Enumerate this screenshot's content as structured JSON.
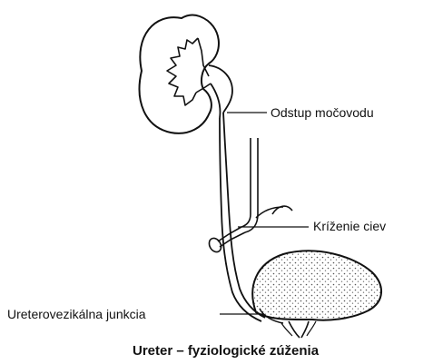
{
  "diagram": {
    "labels": {
      "ureter_outlet": "Odstup močovodu",
      "vessel_crossing": "Kríženie ciev",
      "ureterovesical_junction": "Ureterovezikálna junkcia"
    },
    "caption": "Ureter – fyziologické zúženia"
  },
  "colors": {
    "ink": "#111111",
    "bladder_fill": "#d8d8d8",
    "background": "#ffffff"
  }
}
